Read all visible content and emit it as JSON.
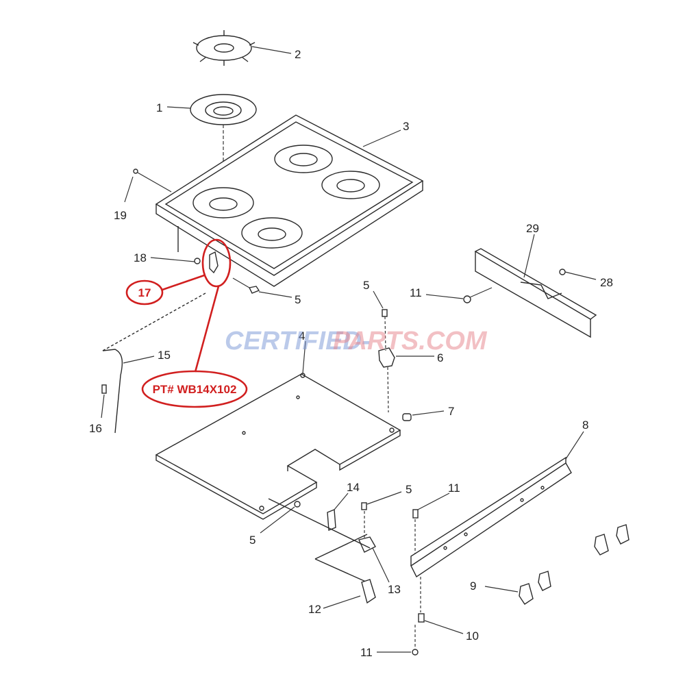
{
  "watermark": {
    "part1": "CERTIFIED-",
    "part2": "PARTS.COM",
    "color1": "#7a97d6",
    "color2": "#e7838a"
  },
  "callout": {
    "part_label": "PT# WB14X102",
    "circled_number": "17",
    "color": "#d11f1f"
  },
  "labels": {
    "p1": "1",
    "p2": "2",
    "p3": "3",
    "p4": "4",
    "p5a": "5",
    "p5b": "5",
    "p5c": "5",
    "p5d": "5",
    "p6": "6",
    "p7": "7",
    "p8": "8",
    "p9": "9",
    "p10": "10",
    "p11a": "11",
    "p11b": "11",
    "p11c": "11",
    "p12": "12",
    "p13": "13",
    "p14": "14",
    "p15": "15",
    "p16": "16",
    "p18": "18",
    "p19": "19",
    "p28": "28",
    "p29": "29"
  }
}
